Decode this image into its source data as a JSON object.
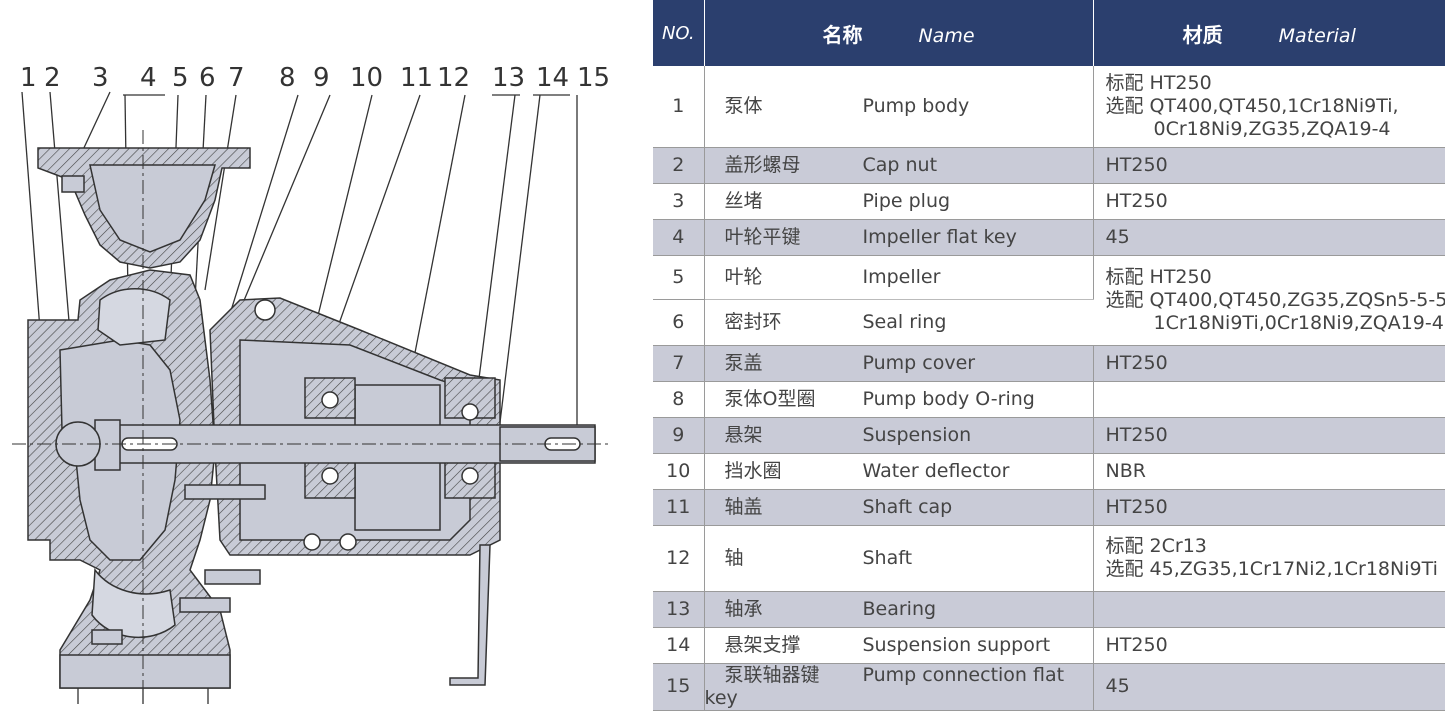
{
  "diagram": {
    "callouts": [
      "1",
      "2",
      "3",
      "4",
      "5",
      "6",
      "7",
      "8",
      "9",
      "10",
      "11",
      "12",
      "13",
      "14",
      "15"
    ]
  },
  "table": {
    "headers": {
      "no": "NO.",
      "name_zh": "名称",
      "name_en": "Name",
      "material_zh": "材质",
      "material_en": "Material"
    },
    "rows": [
      {
        "no": "1",
        "zh": "泵体",
        "en": "Pump body",
        "material": [
          "标配 HT250",
          "选配 QT400,QT450,1Cr18Ni9Ti,",
          "0Cr18Ni9,ZG35,ZQA19-4"
        ]
      },
      {
        "no": "2",
        "zh": "盖形螺母",
        "en": "Cap nut",
        "material": [
          "HT250"
        ]
      },
      {
        "no": "3",
        "zh": "丝堵",
        "en": "Pipe plug",
        "material": [
          "HT250"
        ]
      },
      {
        "no": "4",
        "zh": "叶轮平键",
        "en": "Impeller flat key",
        "material": [
          "45"
        ]
      },
      {
        "no": "5",
        "zh": "叶轮",
        "en": "Impeller",
        "material": [
          "标配 HT250",
          "选配 QT400,QT450,ZG35,ZQSn5-5-5,",
          "1Cr18Ni9Ti,0Cr18Ni9,ZQA19-4"
        ]
      },
      {
        "no": "6",
        "zh": "密封环",
        "en": "Seal ring",
        "material": []
      },
      {
        "no": "7",
        "zh": "泵盖",
        "en": "Pump cover",
        "material": [
          "HT250"
        ]
      },
      {
        "no": "8",
        "zh": "泵体O型圈",
        "en": "Pump body O-ring",
        "material": []
      },
      {
        "no": "9",
        "zh": "悬架",
        "en": "Suspension",
        "material": [
          "HT250"
        ]
      },
      {
        "no": "10",
        "zh": "挡水圈",
        "en": "Water deflector",
        "material": [
          "NBR"
        ]
      },
      {
        "no": "11",
        "zh": "轴盖",
        "en": "Shaft cap",
        "material": [
          "HT250"
        ]
      },
      {
        "no": "12",
        "zh": "轴",
        "en": "Shaft",
        "material": [
          "标配 2Cr13",
          "选配 45,ZG35,1Cr17Ni2,1Cr18Ni9Ti"
        ]
      },
      {
        "no": "13",
        "zh": "轴承",
        "en": "Bearing",
        "material": []
      },
      {
        "no": "14",
        "zh": "悬架支撑",
        "en": "Suspension  support",
        "material": [
          "HT250"
        ]
      },
      {
        "no": "15",
        "zh": "泵联轴器键",
        "en": "Pump connection flat key",
        "material": [
          "45"
        ]
      }
    ]
  },
  "colors": {
    "header_bg": "#2b3f6e",
    "row_shade": "#c9cbd7",
    "drawing_fill": "#c8cbd6",
    "line": "#333333"
  }
}
